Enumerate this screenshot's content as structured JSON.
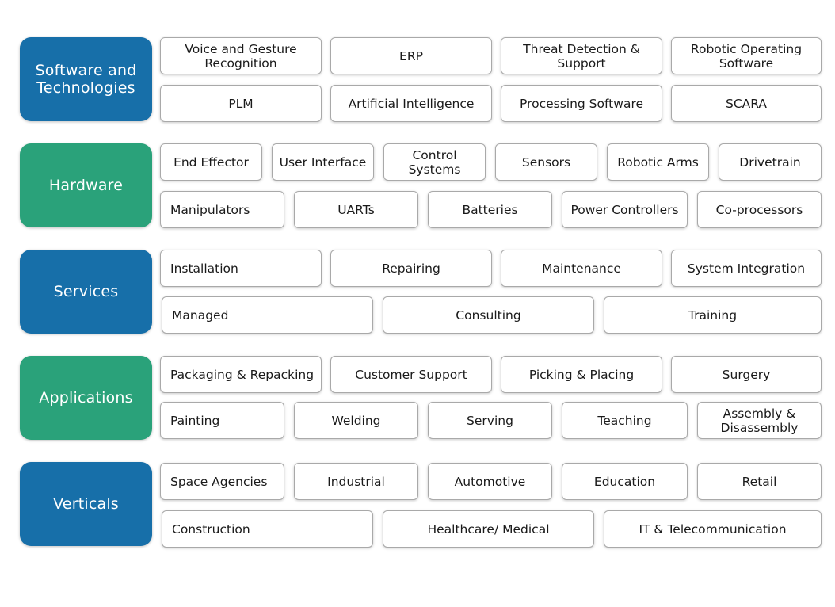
{
  "categories": [
    {
      "label": "Software and\nTechnologies",
      "color": "#176fa9",
      "rows": [
        [
          "Voice and Gesture\nRecognition",
          "ERP",
          "Threat Detection &\nSupport",
          "Robotic Operating\nSoftware"
        ],
        [
          "PLM",
          "Artificial Intelligence",
          "Processing Software",
          "SCARA"
        ]
      ]
    },
    {
      "label": "Hardware",
      "color": "#2aa27a",
      "rows": [
        [
          "End Effector",
          "User Interface",
          "Control\nSystems",
          "Sensors",
          "Robotic Arms",
          "Drivetrain"
        ],
        [
          "Manipulators",
          "UARTs",
          "Batteries",
          "Power Controllers",
          "Co-processors"
        ]
      ]
    },
    {
      "label": "Services",
      "color": "#176fa9",
      "rows": [
        [
          "Installation",
          "Repairing",
          "Maintenance",
          "System Integration"
        ],
        [
          "Managed",
          "Consulting",
          "Training"
        ]
      ]
    },
    {
      "label": "Applications",
      "color": "#2aa27a",
      "rows": [
        [
          "Packaging & Repacking",
          "Customer Support",
          "Picking & Placing",
          "Surgery"
        ],
        [
          "Painting",
          "Welding",
          "Serving",
          "Teaching",
          "Assembly &\nDisassembly"
        ]
      ]
    },
    {
      "label": "Verticals",
      "color": "#176fa9",
      "rows": [
        [
          "Space Agencies",
          "Industrial",
          "Automotive",
          "Education",
          "Retail"
        ],
        [
          "Construction",
          "Healthcare/ Medical",
          "IT & Telecommunication"
        ]
      ]
    }
  ]
}
